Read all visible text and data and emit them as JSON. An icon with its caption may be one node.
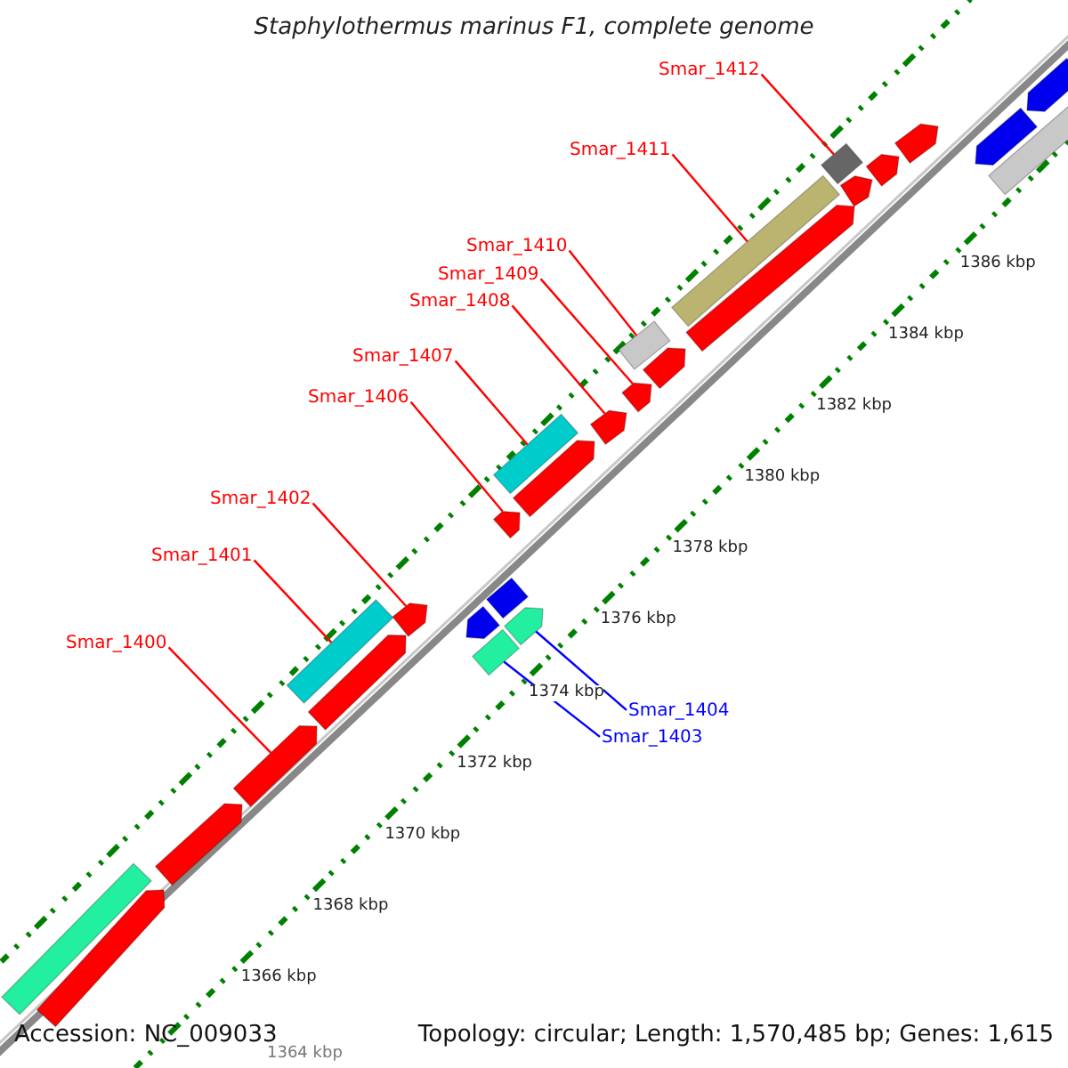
{
  "diagram": {
    "title": "Staphylothermus marinus F1, complete genome",
    "nodes": [
      {
        "text": [
          "Smar_1412"
        ]
      },
      {
        "text": [
          "Smar_1411"
        ]
      },
      {
        "text": [
          "Smar_1410"
        ]
      },
      {
        "text": [
          "Smar_1409"
        ]
      },
      {
        "text": [
          "Smar_1408"
        ]
      },
      {
        "text": [
          "Smar_1407"
        ]
      },
      {
        "text": [
          "Smar_1406"
        ]
      },
      {
        "text": [
          "Smar_1402"
        ]
      },
      {
        "text": [
          "Smar_1401"
        ]
      },
      {
        "text": [
          "Smar_1400"
        ]
      },
      {
        "text": [
          "Smar_1404"
        ]
      },
      {
        "text": [
          "Smar_1403"
        ]
      },
      {
        "text": [],
        "shape": "box"
      },
      {
        "text": [],
        "shape": "arrow"
      },
      {
        "text": [],
        "shape": "arrow"
      },
      {
        "text": [],
        "shape": "arrow"
      },
      {
        "text": [],
        "shape": "box"
      },
      {
        "text": [],
        "shape": "arrow"
      },
      {
        "text": [],
        "shape": "arrow"
      },
      {
        "text": [],
        "shape": "arrow"
      },
      {
        "text": [],
        "shape": "box"
      },
      {
        "text": [],
        "shape": "box"
      },
      {
        "text": [],
        "shape": "arrow"
      },
      {
        "text": [],
        "shape": "box"
      },
      {
        "text": [],
        "shape": "arrow"
      },
      {
        "text": [],
        "shape": "arrow"
      },
      {
        "text": [],
        "shape": "arrow"
      },
      {
        "text": [],
        "shape": "box"
      },
      {
        "text": [],
        "shape": "arrow"
      },
      {
        "text": [],
        "shape": "arrow"
      },
      {
        "text": [],
        "shape": "box"
      },
      {
        "text": [],
        "shape": "arrow"
      },
      {
        "text": [],
        "shape": "box"
      },
      {
        "text": [],
        "shape": "arrow"
      },
      {
        "text": [],
        "shape": "arrow"
      },
      {
        "text": [],
        "shape": "arrow"
      },
      {
        "text": [],
        "shape": "arrow"
      },
      {
        "text": [],
        "shape": "box"
      },
      {
        "text": [],
        "shape": "arrow"
      }
    ],
    "edges": [
      {
        "from": 0,
        "to": 32,
        "arrow": "none"
      },
      {
        "from": 1,
        "to": 30,
        "arrow": "none"
      },
      {
        "from": 2,
        "to": 27,
        "arrow": "none"
      },
      {
        "from": 3,
        "to": 28,
        "arrow": "none"
      },
      {
        "from": 4,
        "to": 26,
        "arrow": "none"
      },
      {
        "from": 5,
        "to": 23,
        "arrow": "none"
      },
      {
        "from": 6,
        "to": 24,
        "arrow": "none"
      },
      {
        "from": 7,
        "to": 18,
        "arrow": "none"
      },
      {
        "from": 8,
        "to": 16,
        "arrow": "none"
      },
      {
        "from": 9,
        "to": 15,
        "arrow": "none"
      },
      {
        "from": 10,
        "to": 22,
        "arrow": "none",
        "color": "#0000ff"
      },
      {
        "from": 11,
        "to": 20,
        "arrow": "none",
        "color": "#0000ff"
      }
    ],
    "labels": [
      "1386 kbp",
      "1384 kbp",
      "1382 kbp",
      "1380 kbp",
      "1378 kbp",
      "1376 kbp",
      "1374 kbp",
      "1372 kbp",
      "1370 kbp",
      "1368 kbp",
      "1366 kbp",
      "1364 kbp",
      "Accession: NC_009033",
      "Topology: circular; Length: 1,570,485 bp; Genes: 1,615"
    ]
  }
}
